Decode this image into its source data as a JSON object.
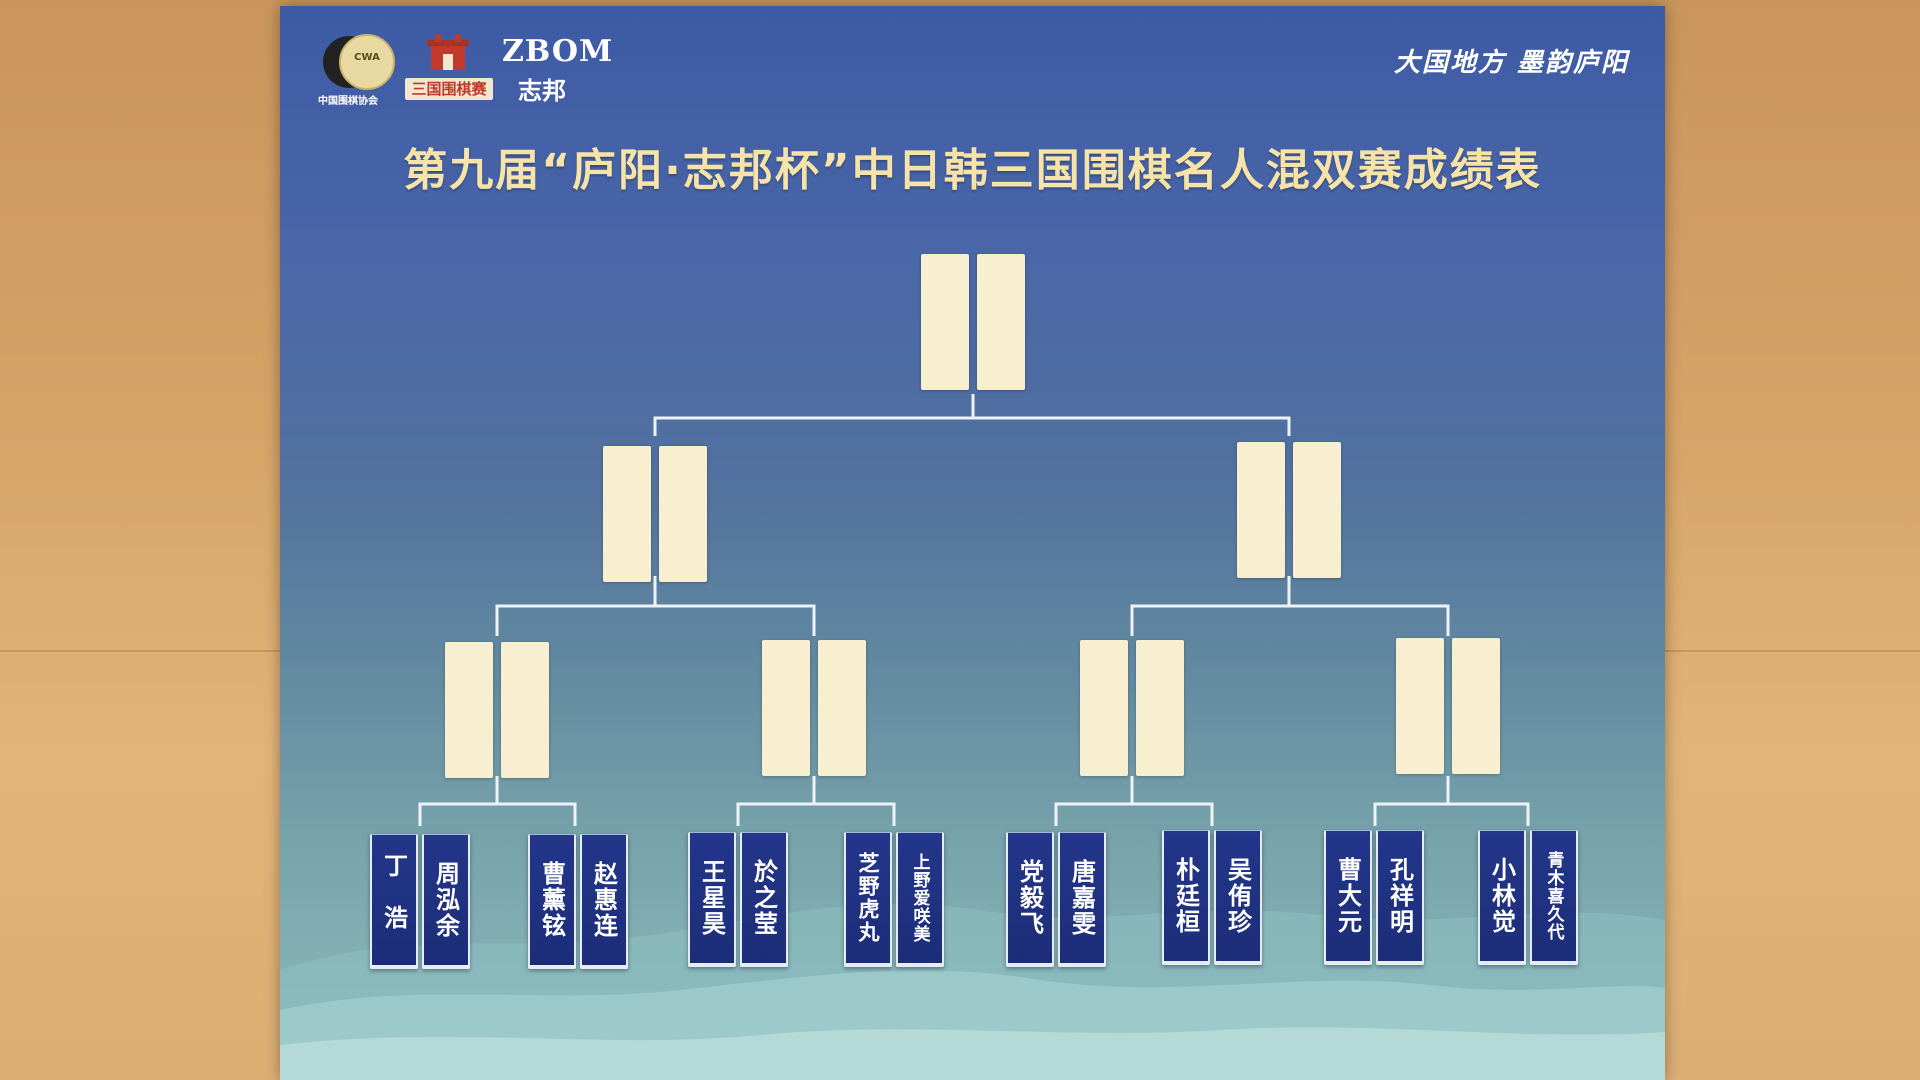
{
  "header": {
    "cwa_logo_text": "CWA",
    "cwa_caption": "中国围棋协会",
    "sanguo_caption": "三国围棋赛",
    "zbom_en": "ZBOM",
    "zbom_cn": "志邦",
    "slogan": "大国地方 墨韵庐阳"
  },
  "title": "第九届“庐阳·志邦杯”中日韩三国围棋名人混双赛成绩表",
  "bracket": {
    "pairs": [
      {
        "players": [
          "丁　浩",
          "周泓余"
        ]
      },
      {
        "players": [
          "曹薰铉",
          "赵惠连"
        ]
      },
      {
        "players": [
          "王星昊",
          "於之莹"
        ]
      },
      {
        "players": [
          "芝野虎丸",
          "上野爱咲美"
        ]
      },
      {
        "players": [
          "党毅飞",
          "唐嘉雯"
        ]
      },
      {
        "players": [
          "朴廷桓",
          "吴侑珍"
        ]
      },
      {
        "players": [
          "曹大元",
          "孔祥明"
        ]
      },
      {
        "players": [
          "小林觉",
          "青木喜久代"
        ]
      }
    ],
    "quarterfinal_slots": 4,
    "semifinal_slots": 2,
    "final_slots": 1
  }
}
